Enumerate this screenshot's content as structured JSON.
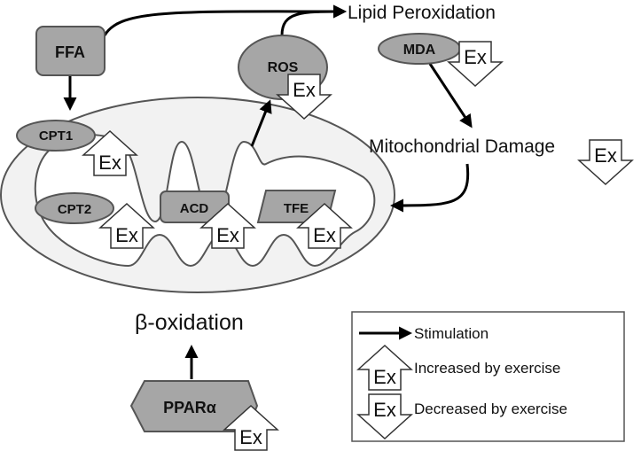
{
  "nodes": {
    "ffa": "FFA",
    "ros": "ROS",
    "mda": "MDA",
    "cpt1": "CPT1",
    "cpt2": "CPT2",
    "acd": "ACD",
    "tfe": "TFE",
    "ppara": "PPARα"
  },
  "labels": {
    "lipid_peroxidation": "Lipid Peroxidation",
    "mitochondrial_damage": "Mitochondrial Damage",
    "beta_oxidation": "β-oxidation",
    "exercise_mark": "Ex"
  },
  "legend": {
    "stimulation": "Stimulation",
    "increased": "Increased by exercise",
    "decreased": "Decreased by exercise"
  },
  "colors": {
    "node_fill": "#a6a6a6",
    "node_stroke": "#555555",
    "mito_fill": "#f2f2f2",
    "line": "#000000"
  },
  "effects": {
    "increased_by_exercise": [
      "CPT1",
      "CPT2",
      "ACD",
      "TFE",
      "PPARα"
    ],
    "decreased_by_exercise": [
      "ROS",
      "MDA",
      "Mitochondrial Damage"
    ]
  }
}
